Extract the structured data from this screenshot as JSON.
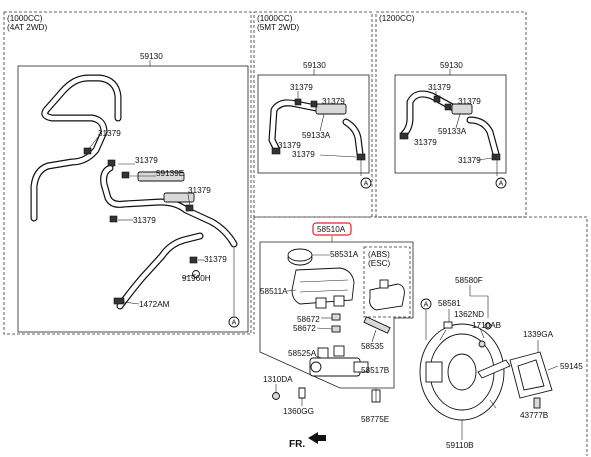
{
  "colors": {
    "highlight": "#e0262e",
    "line": "#111111"
  },
  "panels": {
    "p1": {
      "header1": "(1000CC)",
      "header2": "(4AT 2WD)"
    },
    "p2": {
      "header1": "(1000CC)",
      "header2": "(5MT 2WD)"
    },
    "p3": {
      "header1": "(1200CC)"
    },
    "abs": {
      "header1": "(ABS)",
      "header2": "(ESC)"
    }
  },
  "labels": {
    "hose_1": "59130",
    "clip_1a": "31379",
    "clip_1b": "31379",
    "vacuum_valve_1": "59139E",
    "clip_1c": "31379",
    "clip_1d": "31379",
    "clip_1e": "31379",
    "bracket_1": "91960H",
    "clamp_1": "1472AM",
    "hose_2": "59130",
    "clip_2a": "31379",
    "clip_2b": "31379",
    "check_valve_2": "59133A",
    "clip_2c": "31379",
    "clip_2d": "31379",
    "hose_3": "59130",
    "clip_3a": "31379",
    "clip_3b": "31379",
    "check_valve_3": "59133A",
    "clip_3c": "31379",
    "clip_3d": "31379",
    "master_cylinder": "58510A",
    "cap": "58531A",
    "reservoir": "58511A",
    "grommet_a": "58672",
    "grommet_b": "58672",
    "sensor": "58535",
    "seal_kit": "58525A",
    "piston": "58517B",
    "nut": "1310DA",
    "bolt": "1360GG",
    "bleeder": "58775E",
    "bracket_main": "58580F",
    "pin": "58581",
    "nut_2": "1362ND",
    "washer": "1710AB",
    "nut_3": "1339GA",
    "gasket": "59145",
    "screw": "43777B",
    "booster": "59110B",
    "ref_a": "A",
    "front_marker": "FR."
  }
}
